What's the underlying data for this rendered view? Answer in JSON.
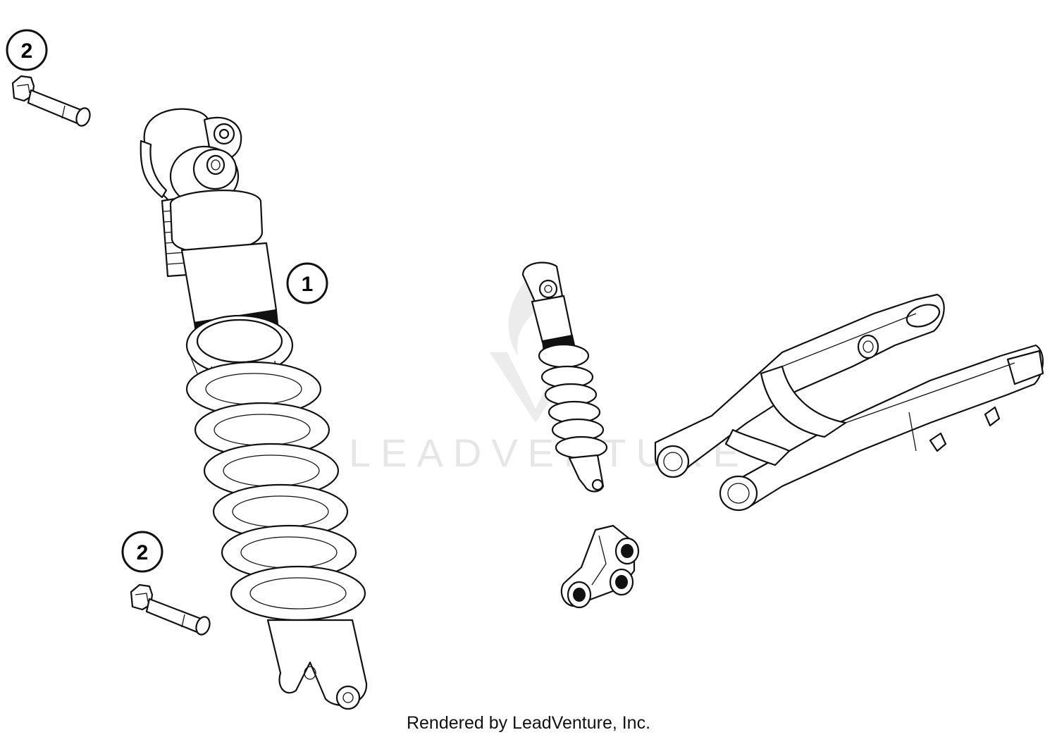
{
  "callouts": [
    {
      "id": "callout-1",
      "number": "1"
    },
    {
      "id": "callout-2-top",
      "number": "2"
    },
    {
      "id": "callout-2-bottom",
      "number": "2"
    }
  ],
  "watermark": {
    "text": "LEADVENTURE"
  },
  "footer": {
    "text": "Rendered by LeadVenture, Inc."
  }
}
